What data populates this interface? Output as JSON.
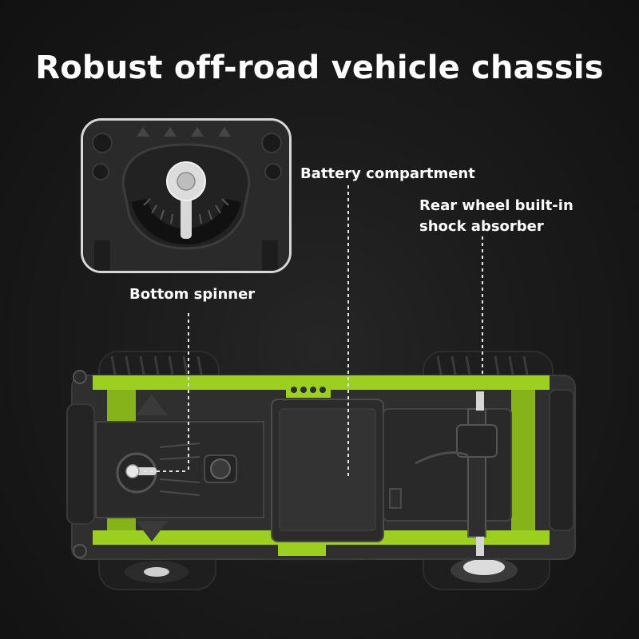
{
  "title": "Robust off-road vehicle chassis",
  "callouts": {
    "bottom_spinner": "Bottom spinner",
    "battery_compartment": "Battery compartment",
    "rear_shock_line1": "Rear wheel built-in",
    "rear_shock_line2": "shock absorber"
  },
  "colors": {
    "background": "#1b1b1b",
    "chassis": "#2f2f2f",
    "accent_green": "#9ccf1f",
    "tire": "#1e1e1e",
    "highlight": "#e6e6e6"
  }
}
